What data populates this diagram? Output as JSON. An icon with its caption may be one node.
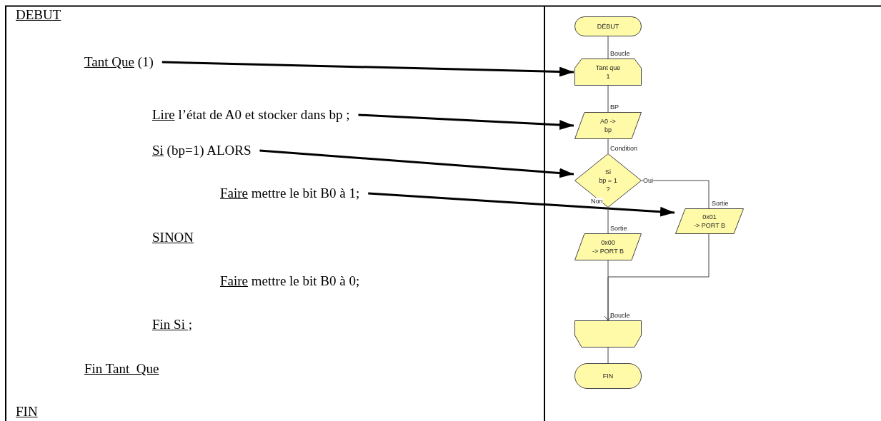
{
  "diagram": {
    "nodes": [
      {
        "text": [
          "Tant Que",
          "(1)"
        ]
      },
      {
        "text": [
          "Lire",
          "l’état de A0 et stocker dans bp ;"
        ]
      },
      {
        "text": [
          "Si",
          "(bp=1) ALORS"
        ]
      },
      {
        "text": [
          "Faire",
          "mettre le bit B0 à 1;"
        ]
      },
      {
        "text": [
          "Faire",
          "mettre le bit B0 à 0;"
        ]
      },
      {
        "text": [
          "DÉBUT"
        ]
      },
      {
        "text": [
          "Tant que",
          "1"
        ],
        "beside": [
          "Boucle"
        ]
      },
      {
        "text": [
          "A0 ->",
          "bp"
        ],
        "beside": [
          "BP"
        ]
      },
      {
        "text": [
          "Si",
          "bp = 1",
          "?"
        ],
        "beside": [
          "Condition"
        ]
      },
      {
        "text": [
          "0x01",
          "-> PORT B"
        ],
        "beside": [
          "Sortie"
        ]
      },
      {
        "text": [
          "0x00",
          "-> PORT B"
        ],
        "beside": [
          "Sortie"
        ]
      },
      {
        "text": [],
        "shape": "trapezoid",
        "beside": [
          "Boucle"
        ]
      },
      {
        "text": [
          "FIN"
        ]
      }
    ],
    "edges": [
      {
        "from": 0,
        "to": 6,
        "arrow": "to",
        "style": "thick"
      },
      {
        "from": 1,
        "to": 7,
        "arrow": "to",
        "style": "thick"
      },
      {
        "from": 2,
        "to": 8,
        "arrow": "to",
        "style": "thick"
      },
      {
        "from": 3,
        "to": 9,
        "arrow": "to",
        "style": "thick"
      },
      {
        "from": 5,
        "to": 6,
        "arrow": "none"
      },
      {
        "from": 6,
        "to": 7,
        "arrow": "none"
      },
      {
        "from": 7,
        "to": 8,
        "arrow": "none"
      },
      {
        "from": 8,
        "to": 9,
        "arrow": "none",
        "label": "Oui"
      },
      {
        "from": 8,
        "to": 10,
        "arrow": "none",
        "label": "Non"
      },
      {
        "from": 10,
        "to": 11,
        "arrow": "none"
      },
      {
        "from": 9,
        "to": 11,
        "arrow": "to"
      },
      {
        "from": 11,
        "to": 12,
        "arrow": "none"
      }
    ],
    "labels": [
      "DEBUT",
      "SINON",
      "Fin Si ;",
      "Fin Tant  Que",
      "FIN"
    ]
  }
}
